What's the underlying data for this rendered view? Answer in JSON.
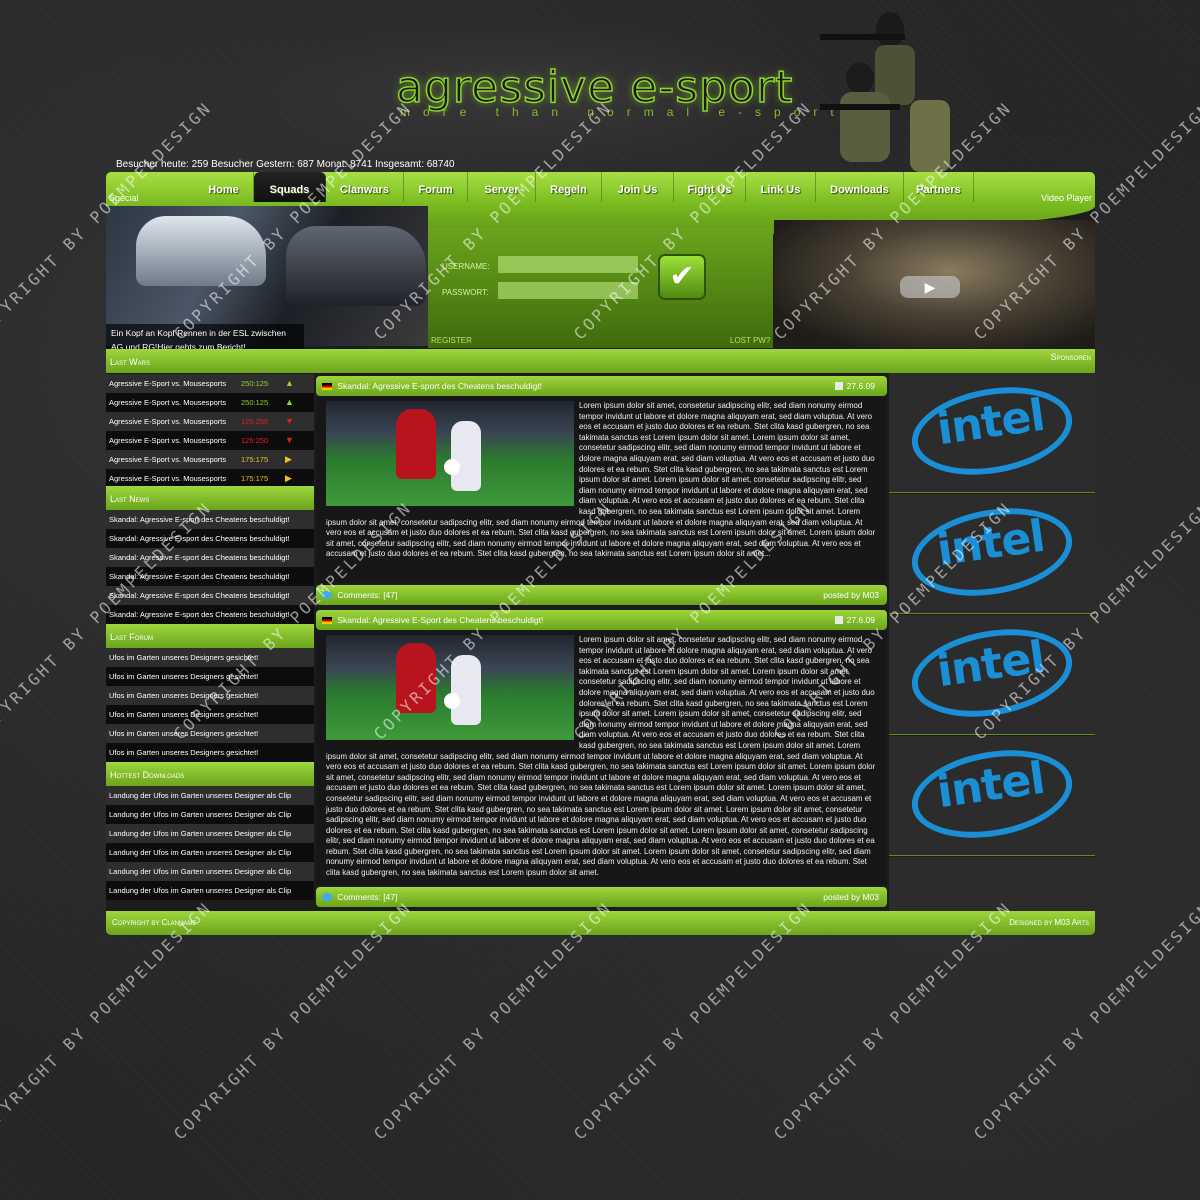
{
  "header": {
    "title": "agressive e-sport",
    "slogan": "more than normal e-sport",
    "visitor_stats": "Besucher heute: 259 Besucher Gestern: 687 Monat: 8741 Insgesamt: 68740"
  },
  "nav": {
    "items": [
      "Home",
      "Squads",
      "Clanwars",
      "Forum",
      "Server",
      "Regeln",
      "Join Us",
      "Fight Us",
      "Link Us",
      "Downloads",
      "Partners"
    ],
    "active": "Squads",
    "left_label": "Special",
    "right_label": "Video Player"
  },
  "special": {
    "caption": "Ein Kopf an Kopf Rennen in der ESL zwischen AG und RG!Hier gehts zum Bericht!"
  },
  "login": {
    "username_label": "USERNAME:",
    "password_label": "PASSWORT:",
    "register": "REGISTER",
    "lost_pw": "LOST PW?"
  },
  "last_wars": {
    "heading": "Last Wars",
    "rows": [
      {
        "match": "Agressive E-Sport vs. Mousesports",
        "score": "250:125",
        "color": "#8fd62a",
        "arrow": "▲",
        "arrow_color": "#8fd62a"
      },
      {
        "match": "Agressive E-Sport vs. Mousesports",
        "score": "250:125",
        "color": "#8fd62a",
        "arrow": "▲",
        "arrow_color": "#8fd62a"
      },
      {
        "match": "Agressive E-Sport vs. Mousesports",
        "score": "125:250",
        "color": "#e02020",
        "arrow": "▼",
        "arrow_color": "#e02020"
      },
      {
        "match": "Agressive E-Sport vs. Mousesports",
        "score": "125:250",
        "color": "#e02020",
        "arrow": "▼",
        "arrow_color": "#e02020"
      },
      {
        "match": "Agressive E-Sport vs. Mousesports",
        "score": "175:175",
        "color": "#f2c21a",
        "arrow": "▶",
        "arrow_color": "#f2c21a"
      },
      {
        "match": "Agressive E-Sport vs. Mousesports",
        "score": "175:175",
        "color": "#f2c21a",
        "arrow": "▶",
        "arrow_color": "#f2c21a"
      }
    ]
  },
  "last_news": {
    "heading": "Last News",
    "items": [
      "Skandal: Agressive E-sport des Cheatens beschuldigt!",
      "Skandal: Agressive E-sport des Cheatens beschuldigt!",
      "Skandal: Agressive E-sport des Cheatens beschuldigt!",
      "Skandal: Agressive E-sport des Cheatens beschuldigt!",
      "Skandal: Agressive E-sport des Cheatens beschuldigt!",
      "Skandal: Agressive E-sport des Cheatens beschuldigt!"
    ]
  },
  "last_forum": {
    "heading": "Last Forum",
    "items": [
      "Ufos im Garten unseres Designers gesichtet!",
      "Ufos im Garten unseres Designers gesichtet!",
      "Ufos im Garten unseres Designers gesichtet!",
      "Ufos im Garten unseres Designers gesichtet!",
      "Ufos im Garten unseres Designers gesichtet!",
      "Ufos im Garten unseres Designers gesichtet!"
    ]
  },
  "hottest_downloads": {
    "heading": "Hottest Downloads",
    "items": [
      "Landung der Ufos im Garten unseres Designer als Clip",
      "Landung der Ufos im Garten unseres Designer als Clip",
      "Landung der Ufos im Garten unseres Designer als Clip",
      "Landung der Ufos im Garten unseres Designer als Clip",
      "Landung der Ufos im Garten unseres Designer als Clip",
      "Landung der Ufos im Garten unseres Designer als Clip"
    ]
  },
  "sponsors": {
    "heading": "Sponsoren",
    "logos": [
      "intel",
      "intel",
      "intel",
      "intel"
    ]
  },
  "news": [
    {
      "title": "Skandal: Agressive E-sport des Cheatens beschuldigt!",
      "date": "27.6.09",
      "body": "Lorem ipsum dolor sit amet, consetetur sadipscing elitr, sed diam nonumy eirmod tempor invidunt ut labore et dolore magna aliquyam erat, sed diam voluptua. At vero eos et accusam et justo duo dolores et ea rebum. Stet clita kasd gubergren, no sea takimata sanctus est Lorem ipsum dolor sit amet. Lorem ipsum dolor sit amet, consetetur sadipscing elitr, sed diam nonumy eirmod tempor invidunt ut labore et dolore magna aliquyam erat, sed diam voluptua. At vero eos et accusam et justo duo dolores et ea rebum. Stet clita kasd gubergren, no sea takimata sanctus est Lorem ipsum dolor sit amet. Lorem ipsum dolor sit amet, consetetur sadipscing elitr, sed diam nonumy eirmod tempor invidunt ut labore et dolore magna aliquyam erat, sed diam voluptua. At vero eos et accusam et justo duo dolores et ea rebum. Stet clita kasd gubergren, no sea takimata sanctus est Lorem ipsum dolor sit amet. Lorem ipsum dolor sit amet, consetetur sadipscing elitr, sed diam nonumy eirmod tempor invidunt ut labore et dolore magna aliquyam erat, sed diam voluptua. At vero eos et accusam et justo duo dolores et ea rebum. Stet clita kasd gubergren, no sea takimata sanctus est Lorem ipsum dolor sit amet. Lorem ipsum dolor sit amet, consetetur sadipscing elitr, sed diam nonumy eirmod tempor invidunt ut labore et dolore magna aliquyam erat, sed diam voluptua. At vero eos et accusam et justo duo dolores et ea rebum. Stet clita kasd gubergren, no sea takimata sanctus est Lorem ipsum dolor sit amet...",
      "comments": "Comments: [47]",
      "posted_by": "posted by M03"
    },
    {
      "title": "Skandal: Agressive E-Sport des Cheatens beschuldigt!",
      "date": "27.6.09",
      "body": "Lorem ipsum dolor sit amet, consetetur sadipscing elitr, sed diam nonumy eirmod tempor invidunt ut labore et dolore magna aliquyam erat, sed diam voluptua. At vero eos et accusam et justo duo dolores et ea rebum. Stet clita kasd gubergren, no sea takimata sanctus est Lorem ipsum dolor sit amet. Lorem ipsum dolor sit amet, consetetur sadipscing elitr, sed diam nonumy eirmod tempor invidunt ut labore et dolore magna aliquyam erat, sed diam voluptua. At vero eos et accusam et justo duo dolores et ea rebum. Stet clita kasd gubergren, no sea takimata sanctus est Lorem ipsum dolor sit amet. Lorem ipsum dolor sit amet, consetetur sadipscing elitr, sed diam nonumy eirmod tempor invidunt ut labore et dolore magna aliquyam erat, sed diam voluptua. At vero eos et accusam et justo duo dolores et ea rebum. Stet clita kasd gubergren, no sea takimata sanctus est Lorem ipsum dolor sit amet. Lorem ipsum dolor sit amet, consetetur sadipscing elitr, sed diam nonumy eirmod tempor invidunt ut labore et dolore magna aliquyam erat, sed diam voluptua. At vero eos et accusam et justo duo dolores et ea rebum. Stet clita kasd gubergren, no sea takimata sanctus est Lorem ipsum dolor sit amet. Lorem ipsum dolor sit amet, consetetur sadipscing elitr, sed diam nonumy eirmod tempor invidunt ut labore et dolore magna aliquyam erat, sed diam voluptua. At vero eos et accusam et justo duo dolores et ea rebum. Stet clita kasd gubergren, no sea takimata sanctus est Lorem ipsum dolor sit amet. Lorem ipsum dolor sit amet, consetetur sadipscing elitr, sed diam nonumy eirmod tempor invidunt ut labore et dolore magna aliquyam erat, sed diam voluptua. At vero eos et accusam et justo duo dolores et ea rebum. Stet clita kasd gubergren, no sea takimata sanctus est Lorem ipsum dolor sit amet. Lorem ipsum dolor sit amet, consetetur sadipscing elitr, sed diam nonumy eirmod tempor invidunt ut labore et dolore magna aliquyam erat, sed diam voluptua. At vero eos et accusam et justo duo dolores et ea rebum. Stet clita kasd gubergren, no sea takimata sanctus est Lorem ipsum dolor sit amet. Lorem ipsum dolor sit amet, consetetur sadipscing elitr, sed diam nonumy eirmod tempor invidunt ut labore et dolore magna aliquyam erat, sed diam voluptua. At vero eos et accusam et justo duo dolores et ea rebum. Stet clita kasd gubergren, no sea takimata sanctus est Lorem ipsum dolor sit amet. Lorem ipsum dolor sit amet, consetetur sadipscing elitr, sed diam nonumy eirmod tempor invidunt ut labore et dolore magna aliquyam erat, sed diam voluptua. At vero eos et accusam et justo duo dolores et ea rebum. Stet clita kasd gubergren, no sea takimata sanctus est Lorem ipsum dolor sit amet.",
      "comments": "Comments: [47]",
      "posted_by": "posted by M03"
    }
  ],
  "footer": {
    "copyright": "Copyright by Clanname",
    "designed_by": "Designed by M03 Arts"
  },
  "watermark": {
    "text": "COPYRIGHT BY POEMPELDESIGN"
  }
}
